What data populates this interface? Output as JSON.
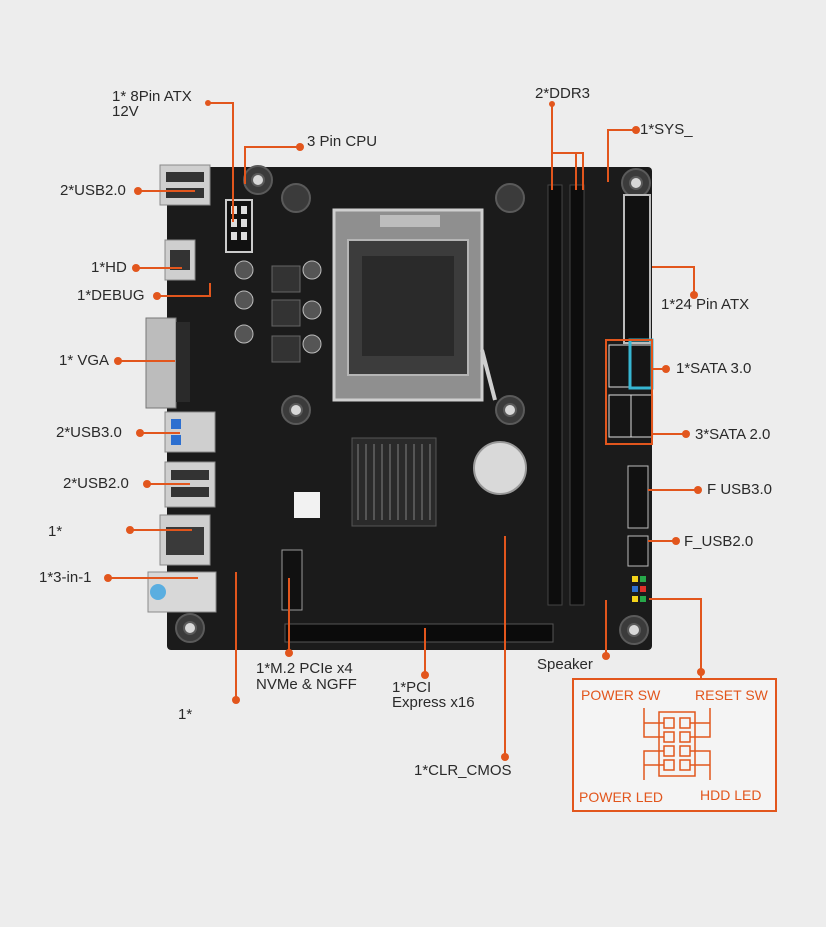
{
  "colors": {
    "accent": "#e2561d",
    "board": "#1b1b1b",
    "background": "#ededed",
    "sata3_highlight": "#36b6d2"
  },
  "labels": {
    "atx8pin_line1": "1* 8Pin ATX",
    "atx8pin_line2": "12V",
    "cpu_fan": "3 Pin CPU",
    "usb2_top": "2*USB2.0",
    "hd": "1*HD",
    "debug": "1*DEBUG",
    "vga": "1* VGA",
    "usb3": "2*USB3.0",
    "usb2_bottom": "2*USB2.0",
    "lan": "1*",
    "audio": "1*3-in-1",
    "bottom_left": "1*",
    "m2_line1": "1*M.2 PCIe x4",
    "m2_line2": "NVMe & NGFF",
    "pci_line1": "1*PCI",
    "pci_line2": "Express x16",
    "clr_cmos": "1*CLR_CMOS",
    "speaker": "Speaker",
    "ddr3": "2*DDR3",
    "sys_fan": "1*SYS_",
    "atx24pin": "1*24 Pin ATX",
    "sata3": "1*SATA 3.0",
    "sata2": "3*SATA 2.0",
    "f_usb3": "F  USB3.0",
    "f_usb2": "F_USB2.0"
  },
  "front_panel": {
    "power_sw": "POWER SW",
    "reset_sw": "RESET SW",
    "power_led": "POWER LED",
    "hdd_led": "HDD  LED"
  }
}
